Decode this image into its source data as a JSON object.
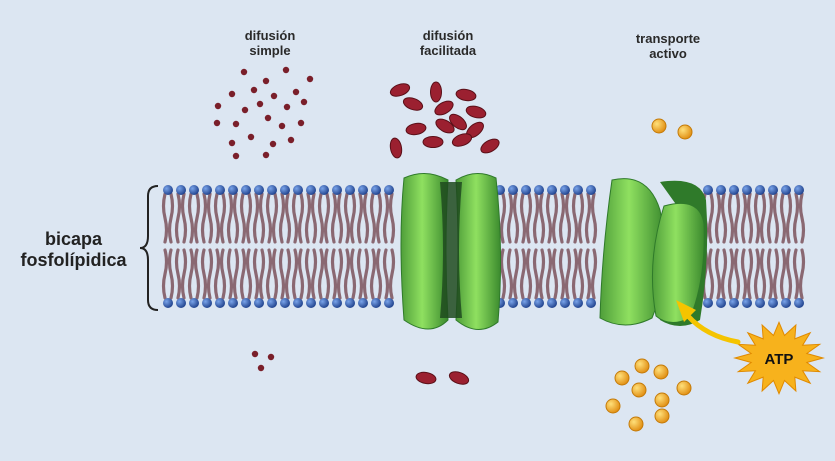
{
  "labels": {
    "simple_line1": "difusión",
    "simple_line2": "simple",
    "facilitated_line1": "difusión",
    "facilitated_line2": "facilitada",
    "active_line1": "transporte",
    "active_line2": "activo",
    "bilayer_line1": "bicapa",
    "bilayer_line2": "fosfolípidica",
    "atp": "ATP"
  },
  "colors": {
    "background": "#dce6f2",
    "lipid_head": "#2f5fb0",
    "lipid_tail": "#8a6872",
    "small_molecule": "#7a1f2a",
    "carrier_molecule": "#9b2030",
    "protein_light": "#7fd256",
    "protein_dark": "#2f7a2a",
    "atp_burst": "#f7b21c",
    "active_molecule": "#f0a21c"
  },
  "icons": {
    "bracket": "curly-brace-icon",
    "atp_burst": "starburst-icon",
    "arrow": "curved-arrow-icon"
  }
}
